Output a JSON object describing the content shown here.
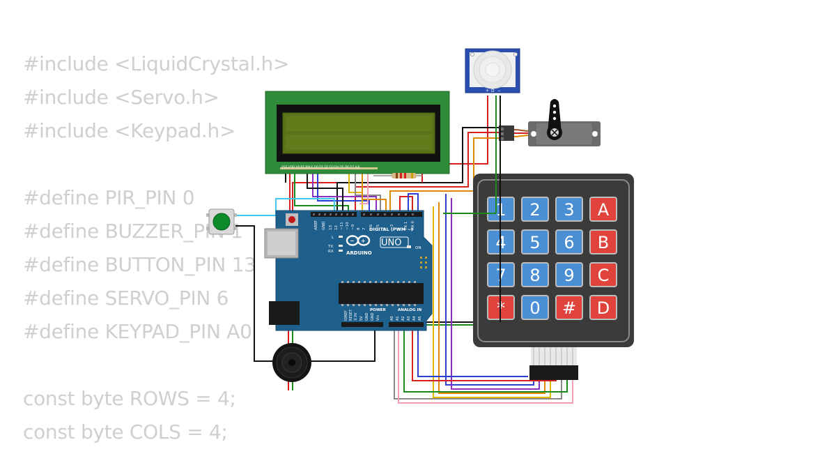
{
  "code_lines": [
    "#include <LiquidCrystal.h>",
    "#include <Servo.h>",
    "#include <Keypad.h>",
    "",
    "#define PIR_PIN 0",
    "#define BUZZER_PIN 1",
    "#define BUTTON_PIN 13",
    "#define SERVO_PIN 6",
    "#define KEYPAD_PIN A0",
    "",
    "const byte ROWS = 4;",
    "const byte COLS = 4;"
  ],
  "lcd": {
    "pin_labels": "VSS VDD V0 RS RW E D0 D1 D2 D3 D4 D5 D6 D7 A K"
  },
  "pir": {
    "pin_labels": [
      "+",
      "D",
      "−"
    ]
  },
  "arduino": {
    "digital_label": "DIGITAL (PWM ~)",
    "brand": "ARDUINO",
    "model": "UNO",
    "on_label": "ON",
    "power_label": "POWER",
    "analog_label": "ANALOG IN",
    "side_labels": [
      "L",
      "TX",
      "RX"
    ],
    "top_pin_labels": [
      "AREF",
      "GND",
      "13",
      "12",
      "~11",
      "~10",
      "~9",
      "8",
      "7",
      "~6",
      "~5",
      "4",
      "~3",
      "2",
      "TX 1",
      "RX 0"
    ],
    "power_pin_labels": [
      "IOREF",
      "RESET",
      "3.3V",
      "5V",
      "GND",
      "GND",
      "Vin"
    ],
    "analog_pin_labels": [
      "A0",
      "A1",
      "A2",
      "A3",
      "A4",
      "A5"
    ]
  },
  "keypad": {
    "keys": [
      [
        "1",
        "2",
        "3",
        "A"
      ],
      [
        "4",
        "5",
        "6",
        "B"
      ],
      [
        "7",
        "8",
        "9",
        "C"
      ],
      [
        "*",
        "0",
        "#",
        "D"
      ]
    ]
  },
  "colors": {
    "board": "#1f5f8c",
    "lcd_pcb": "#2f8a3a",
    "lcd_screen": "#5a7318",
    "key_blue": "#4a8fd4",
    "key_red": "#e0433c",
    "keypad_body": "#3b3b3b",
    "wire_red": "#d62020",
    "wire_black": "#111111",
    "wire_green": "#1a8a1a",
    "wire_blue": "#2b3fd0",
    "wire_purple": "#8a2fc0",
    "wire_yellow": "#e0b800",
    "wire_orange": "#e08a00",
    "wire_pink": "#f0a0b0",
    "wire_gray": "#888888",
    "wire_cyan": "#40c8f0"
  }
}
